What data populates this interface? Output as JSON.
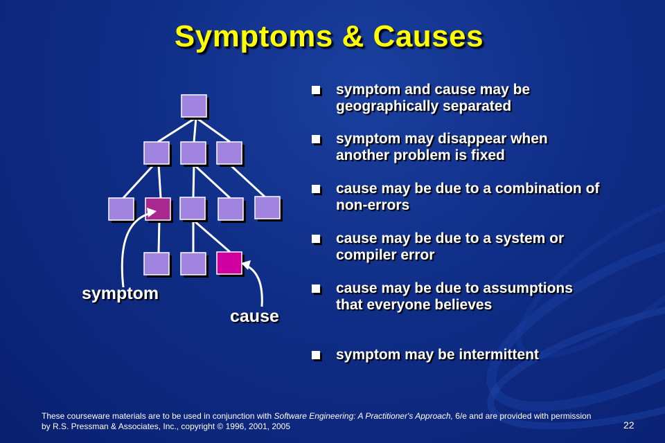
{
  "slide": {
    "title": "Symptoms & Causes",
    "page_number": "22"
  },
  "bullets": [
    "symptom and cause may be geographically separated",
    "symptom may disappear when another problem is fixed",
    "cause may be due to a combination of non-errors",
    "cause may be due to a system or compiler error",
    "cause may be due to assumptions that everyone believes",
    "symptom may be intermittent"
  ],
  "diagram": {
    "symptom_label": "symptom",
    "cause_label": "cause",
    "colors": {
      "node": "#a084e0",
      "symptom_node": "#a8288f",
      "cause_node": "#d000a0",
      "edge": "#ffffff"
    }
  },
  "footer": {
    "prefix": "These courseware materials are to be used in conjunction with ",
    "book": "Software Engineering: A Practitioner's Approach,",
    "suffix": " 6/e and are provided with permission by R.S. Pressman & Associates, Inc., copyright © 1996, 2001, 2005"
  },
  "colors": {
    "title": "#ffff00",
    "text": "#ffffff"
  }
}
